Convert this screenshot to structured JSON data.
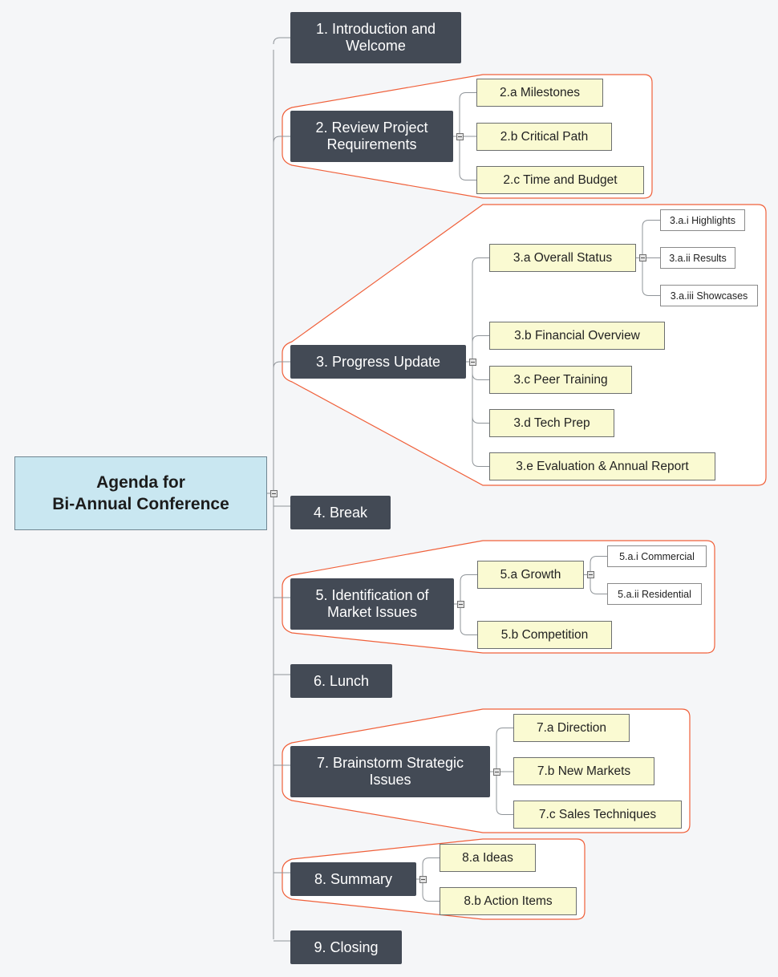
{
  "diagram": {
    "central": "Agenda for\nBi-Annual Conference",
    "topics": [
      {
        "number": "1.",
        "label": "Introduction and\nWelcome"
      },
      {
        "number": "2.",
        "label": "Review Project\nRequirements",
        "subtopics": [
          {
            "number": "2.a",
            "label": "Milestones"
          },
          {
            "number": "2.b",
            "label": "Critical Path"
          },
          {
            "number": "2.c",
            "label": "Time and Budget"
          }
        ]
      },
      {
        "number": "3.",
        "label": "Progress Update",
        "subtopics": [
          {
            "number": "3.a",
            "label": "Overall Status",
            "items": [
              {
                "number": "3.a.i",
                "label": "Highlights"
              },
              {
                "number": "3.a.ii",
                "label": "Results"
              },
              {
                "number": "3.a.iii",
                "label": "Showcases"
              }
            ]
          },
          {
            "number": "3.b",
            "label": "Financial Overview"
          },
          {
            "number": "3.c",
            "label": "Peer Training"
          },
          {
            "number": "3.d",
            "label": "Tech Prep"
          },
          {
            "number": "3.e",
            "label": "Evaluation & Annual Report"
          }
        ]
      },
      {
        "number": "4.",
        "label": "Break"
      },
      {
        "number": "5.",
        "label": "Identification of\nMarket Issues",
        "subtopics": [
          {
            "number": "5.a",
            "label": "Growth",
            "items": [
              {
                "number": "5.a.i",
                "label": "Commercial"
              },
              {
                "number": "5.a.ii",
                "label": "Residential"
              }
            ]
          },
          {
            "number": "5.b",
            "label": "Competition"
          }
        ]
      },
      {
        "number": "6.",
        "label": "Lunch"
      },
      {
        "number": "7.",
        "label": "Brainstorm Strategic\nIssues",
        "subtopics": [
          {
            "number": "7.a",
            "label": "Direction"
          },
          {
            "number": "7.b",
            "label": "New Markets"
          },
          {
            "number": "7.c",
            "label": "Sales Techniques"
          }
        ]
      },
      {
        "number": "8.",
        "label": "Summary",
        "subtopics": [
          {
            "number": "8.a",
            "label": "Ideas"
          },
          {
            "number": "8.b",
            "label": "Action Items"
          }
        ]
      },
      {
        "number": "9.",
        "label": "Closing"
      }
    ]
  },
  "colors": {
    "canvas": "#f5f6f8",
    "central_fill": "#c9e7f1",
    "topic_fill": "#434a55",
    "subtopic_fill": "#fafad2",
    "item_fill": "#ffffff",
    "connector": "#8f9499",
    "boundary": "#f0603a"
  }
}
